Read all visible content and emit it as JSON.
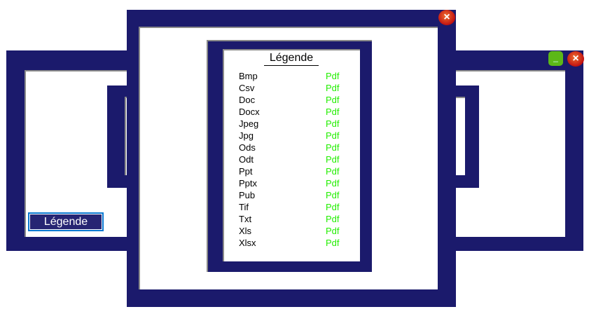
{
  "back_window": {
    "button_label": "Légende"
  },
  "legend": {
    "title": "Légende",
    "rows": [
      {
        "ext": "Bmp",
        "target": "Pdf"
      },
      {
        "ext": "Csv",
        "target": "Pdf"
      },
      {
        "ext": "Doc",
        "target": "Pdf"
      },
      {
        "ext": "Docx",
        "target": "Pdf"
      },
      {
        "ext": "Jpeg",
        "target": "Pdf"
      },
      {
        "ext": "Jpg",
        "target": "Pdf"
      },
      {
        "ext": "Ods",
        "target": "Pdf"
      },
      {
        "ext": "Odt",
        "target": "Pdf"
      },
      {
        "ext": "Ppt",
        "target": "Pdf"
      },
      {
        "ext": "Pptx",
        "target": "Pdf"
      },
      {
        "ext": "Pub",
        "target": "Pdf"
      },
      {
        "ext": "Tif",
        "target": "Pdf"
      },
      {
        "ext": "Txt",
        "target": "Pdf"
      },
      {
        "ext": "Xls",
        "target": "Pdf"
      },
      {
        "ext": "Xlsx",
        "target": "Pdf"
      }
    ]
  },
  "icons": {
    "close": "×",
    "minimize": "_"
  }
}
